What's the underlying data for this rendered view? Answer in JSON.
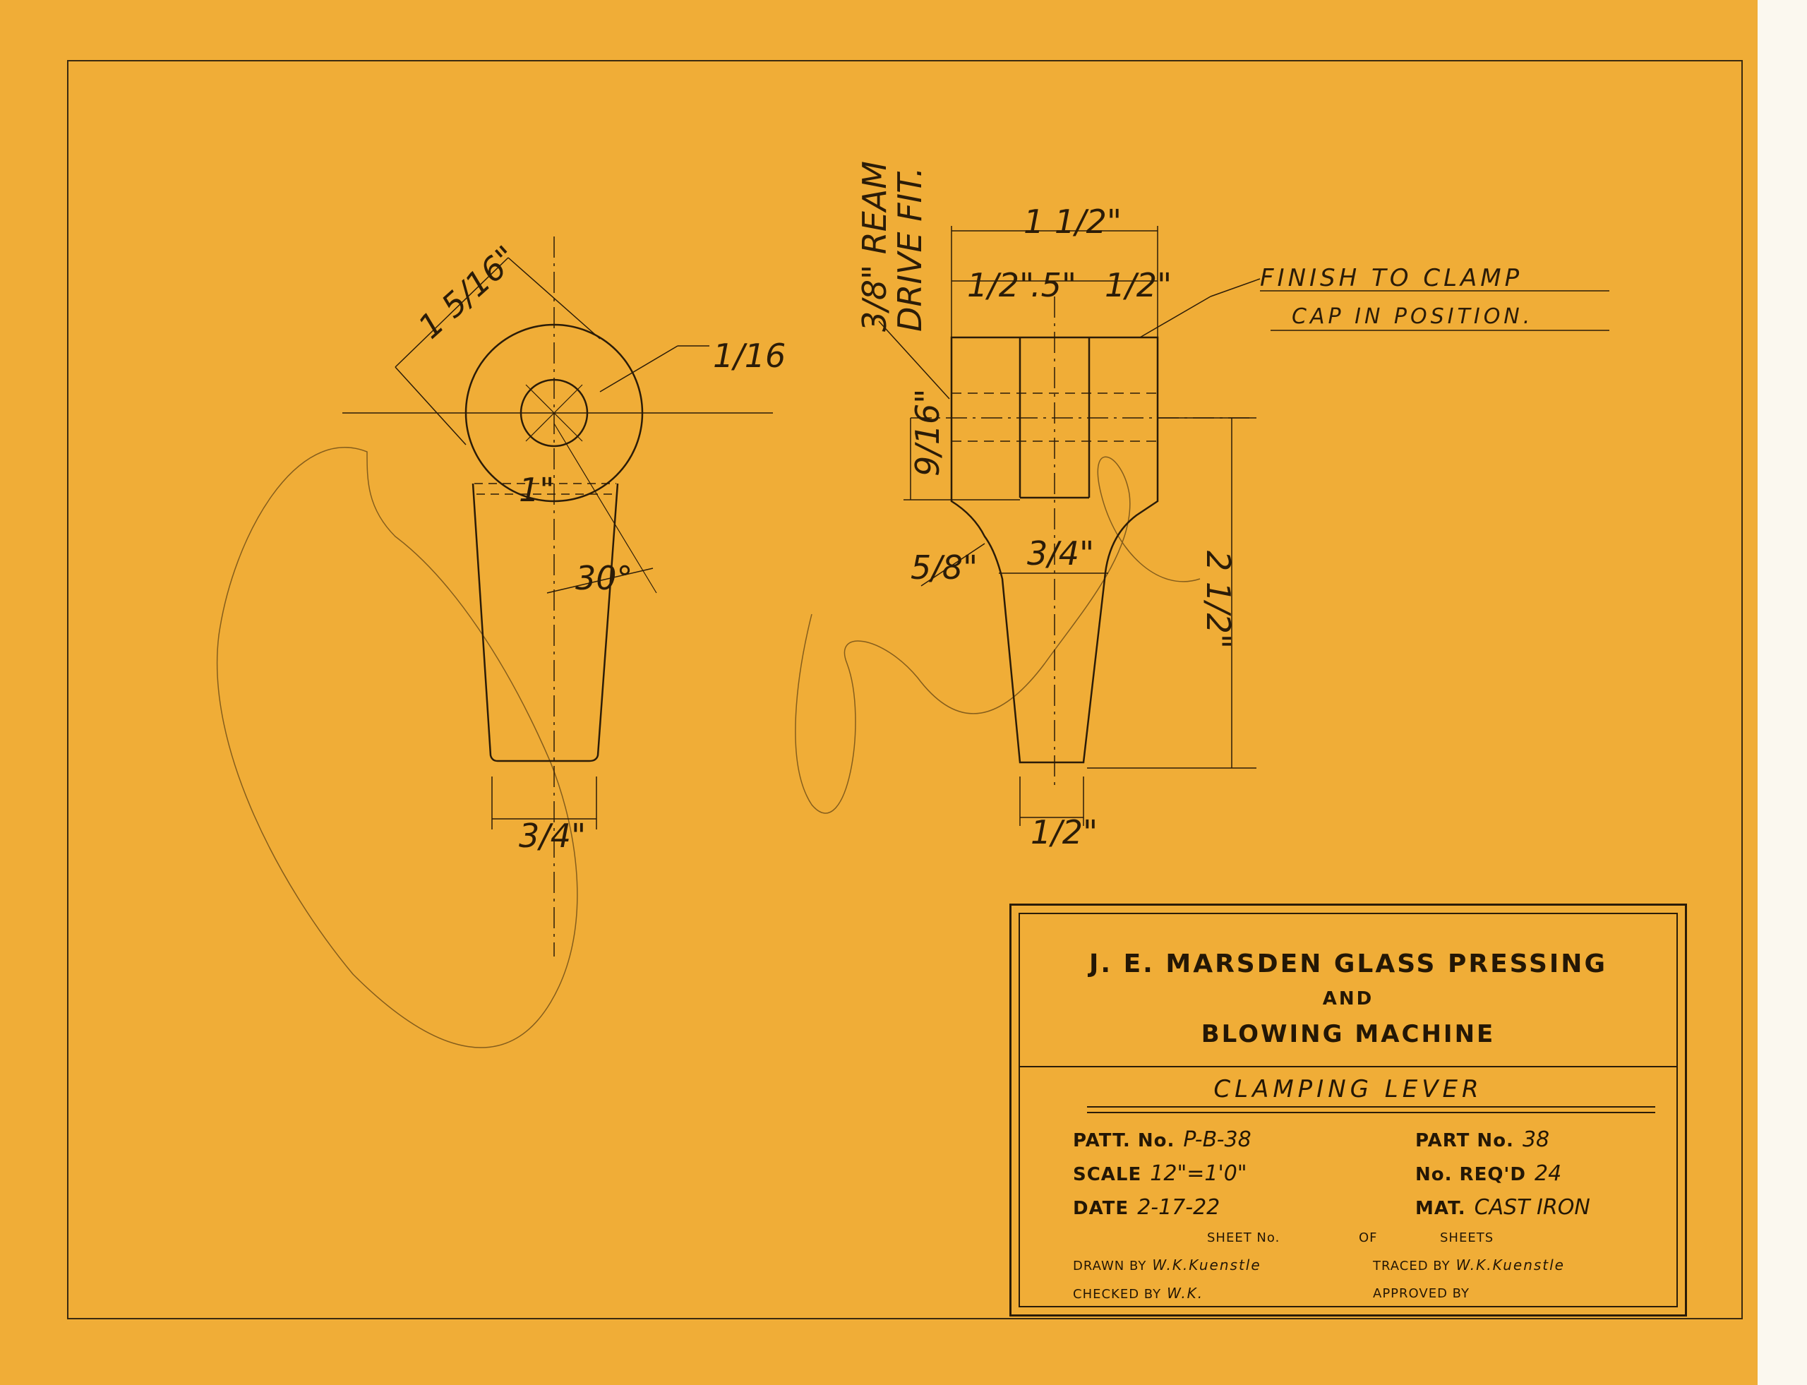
{
  "part_views": {
    "side_view_dims": {
      "boss_dia": "1 5/16\"",
      "wall": "1/16",
      "neck_width": "1\"",
      "taper": "30°",
      "tip_width": "3/4\""
    },
    "end_view_dims": {
      "overall_width": "1 1/2\"",
      "slot_left": "1/2\"",
      "slot_center": ".5\"",
      "slot_right": "1/2\"",
      "ream_note_line1": "3/8\" REAM",
      "ream_note_line2": "DRIVE FIT.",
      "bore_height": "9/16\"",
      "fillet_radius": "5/8\"",
      "neck_width": "3/4\"",
      "tip_width": "1/2\"",
      "overall_height": "2 1/2\""
    },
    "finish_note_line1": "FINISH TO CLAMP",
    "finish_note_line2": "CAP IN POSITION."
  },
  "title_block": {
    "company_line1": "J. E. MARSDEN GLASS PRESSING",
    "company_line2": "AND",
    "company_line3": "BLOWING MACHINE",
    "part_name": "CLAMPING LEVER",
    "patt_no_label": "PATT. No.",
    "patt_no": "P-B-38",
    "part_no_label": "PART No.",
    "part_no": "38",
    "scale_label": "SCALE",
    "scale": "12\"=1'0\"",
    "no_reqd_label": "No. REQ'D",
    "no_reqd": "24",
    "date_label": "DATE",
    "date": "2-17-22",
    "mat_label": "MAT.",
    "mat": "CAST IRON",
    "sheet_no_label": "SHEET No.",
    "of_label": "OF",
    "sheets_label": "SHEETS",
    "drawn_by_label": "DRAWN BY",
    "drawn_by": "W.K.Kuenstle",
    "traced_by_label": "TRACED BY",
    "traced_by": "W.K.Kuenstle",
    "checked_by_label": "CHECKED BY",
    "checked_by": "W.K.",
    "approved_by_label": "APPROVED BY"
  },
  "colors": {
    "paper": "#f0ad37",
    "ink": "#2b1c08",
    "margin": "#fbf8ef"
  }
}
